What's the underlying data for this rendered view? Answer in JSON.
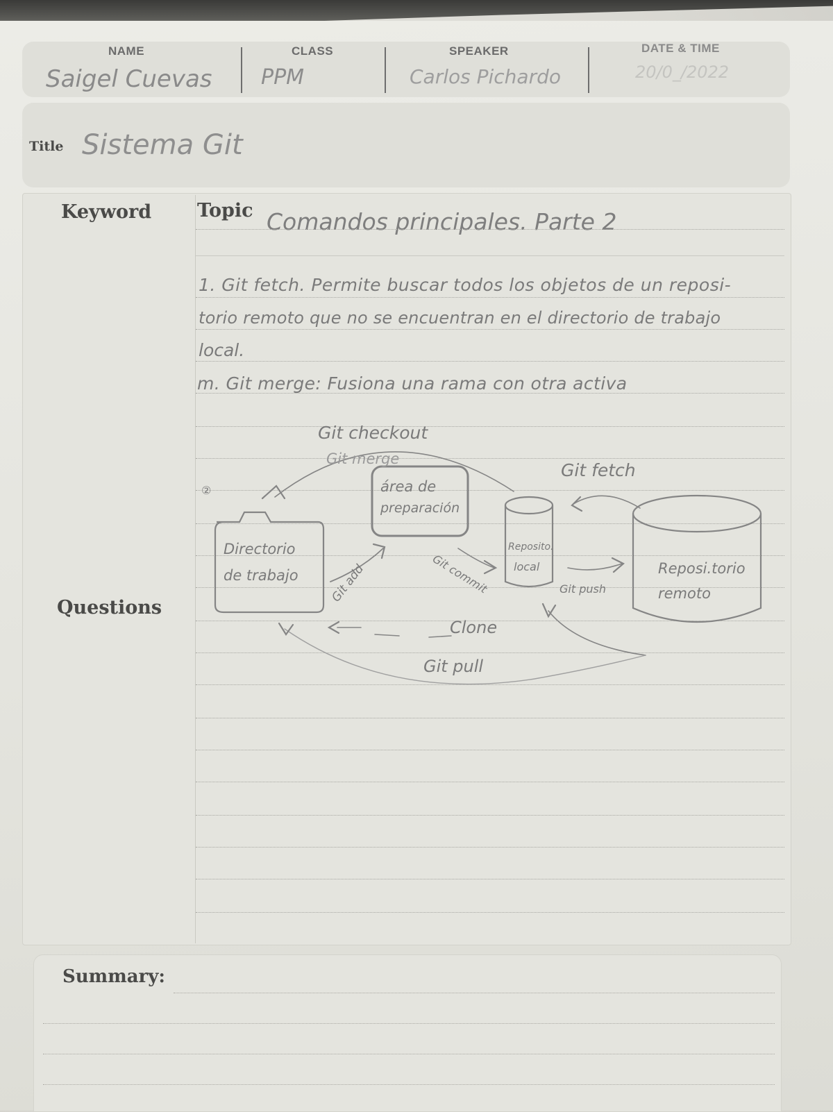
{
  "header": {
    "name_label": "NAME",
    "class_label": "CLASS",
    "speaker_label": "SPEAKER",
    "datetime_label": "DATE & TIME",
    "name_value": "Saigel   Cuevas",
    "class_value": "PPM",
    "speaker_value": "Carlos Pichardo",
    "datetime_value": "20/0_/2022"
  },
  "title": {
    "label": "Title",
    "value": "Sistema Git"
  },
  "cornell": {
    "keyword_label": "Keyword",
    "topic_label": "Topic",
    "topic_value": "Comandos principales. Parte 2",
    "questions_label": "Questions",
    "notes": [
      "1. Git fetch. Permite buscar todos los objetos de un reposi-",
      "torio remoto que no se encuentran en el directorio de trabajo",
      "local.",
      "m. Git merge: Fusiona una rama con otra activa"
    ],
    "summary_label": "Summary:"
  },
  "diagram": {
    "labels": {
      "checkout": "Git checkout",
      "merge": "Git merge",
      "fetch": "Git fetch",
      "staging_1": "área de",
      "staging_2": "preparación",
      "working_1": "Directorio",
      "working_2": "de trabajo",
      "local_1": "Reposito.",
      "local_2": "local",
      "remote_1": "Reposi.torio",
      "remote_2": "remoto",
      "add": "Git add",
      "commit": "Git commit",
      "push": "Git push",
      "clone": "Clone",
      "pull": "Git pull",
      "marker": "②"
    }
  }
}
